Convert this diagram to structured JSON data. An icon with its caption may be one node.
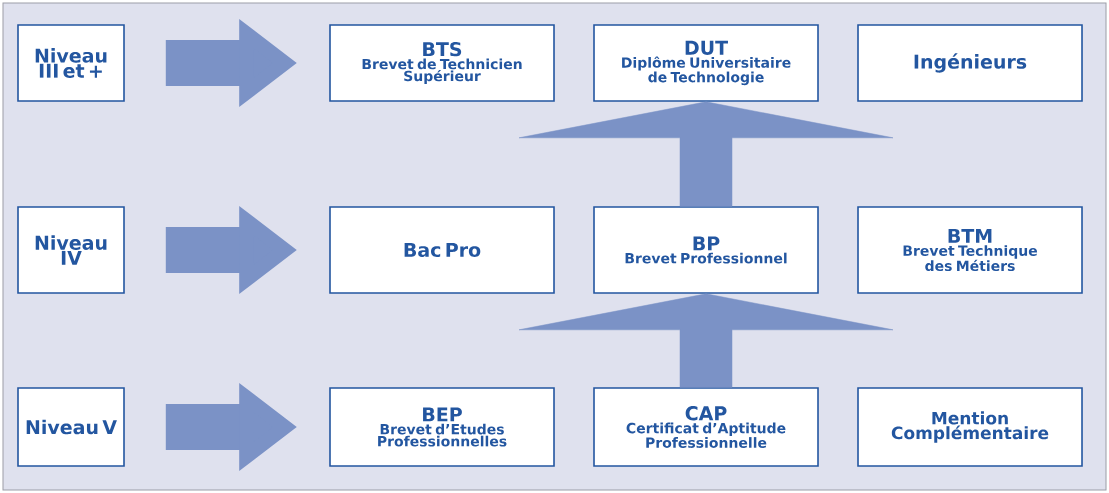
{
  "diagram": {
    "nodes": [
      {
        "text": [
          "Niveau III et +"
        ]
      },
      {
        "text": [
          "BTS",
          "Brevet de Technicien Supérieur"
        ]
      },
      {
        "text": [
          "DUT",
          "Diplôme Universitaire de Technologie"
        ]
      },
      {
        "text": [
          "Ingénieurs"
        ]
      },
      {
        "text": [
          "Niveau IV"
        ]
      },
      {
        "text": [
          "Bac Pro"
        ]
      },
      {
        "text": [
          "BP",
          "Brevet Professionnel"
        ]
      },
      {
        "text": [
          "BTM",
          "Brevet Technique des Métiers"
        ]
      },
      {
        "text": [
          "Niveau V"
        ]
      },
      {
        "text": [
          "BEP",
          "Brevet d’Etudes Professionnelles"
        ]
      },
      {
        "text": [
          "CAP",
          "Certificat d’Aptitude Professionnelle"
        ]
      },
      {
        "text": [
          "Mention Complémentaire"
        ]
      }
    ],
    "edges": [
      {
        "from": 0,
        "to": 1,
        "arrow": "to"
      },
      {
        "from": 4,
        "to": 5,
        "arrow": "to"
      },
      {
        "from": 8,
        "to": 9,
        "arrow": "to"
      },
      {
        "from": 10,
        "to": 6,
        "arrow": "to"
      },
      {
        "from": 6,
        "to": 2,
        "arrow": "to"
      }
    ]
  }
}
